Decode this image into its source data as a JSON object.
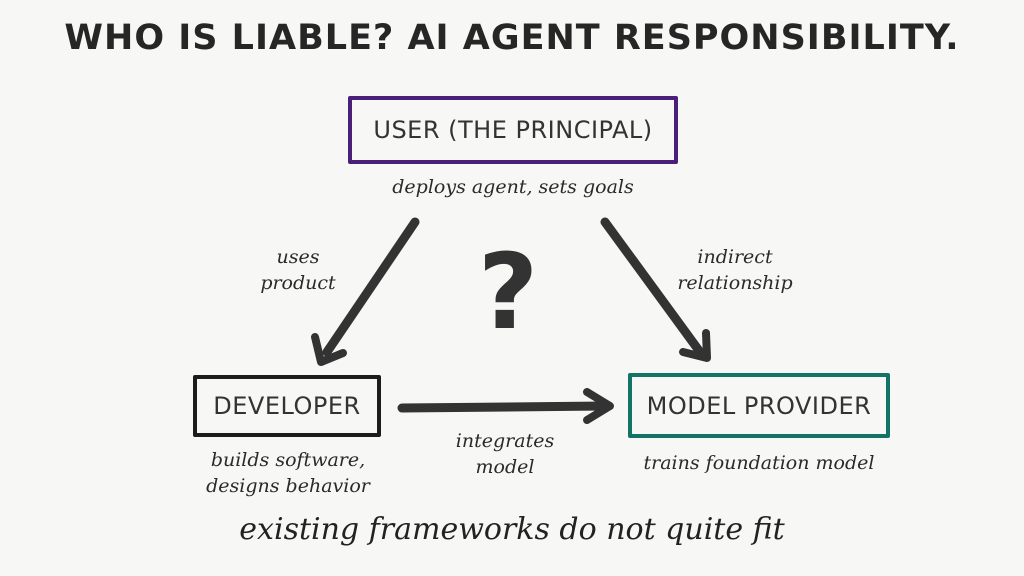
{
  "title": "WHO IS LIABLE? AI AGENT RESPONSIBILITY.",
  "nodes": {
    "user": {
      "label": "USER (THE PRINCIPAL)",
      "note": "deploys agent, sets goals",
      "color": "#4a1f7a"
    },
    "developer": {
      "label": "DEVELOPER",
      "note_line1": "builds software,",
      "note_line2": "designs behavior",
      "color": "#1c1c1c"
    },
    "provider": {
      "label": "MODEL PROVIDER",
      "note": "trains foundation model",
      "color": "#137466"
    }
  },
  "edges": {
    "user_to_developer": {
      "line1": "uses",
      "line2": "product"
    },
    "user_to_provider": {
      "line1": "indirect",
      "line2": "relationship"
    },
    "developer_to_provider": {
      "line1": "integrates",
      "line2": "model"
    }
  },
  "center_symbol": "?",
  "footer": "existing frameworks do not quite fit",
  "colors": {
    "arrow": "#333333",
    "background": "#f7f7f5"
  }
}
